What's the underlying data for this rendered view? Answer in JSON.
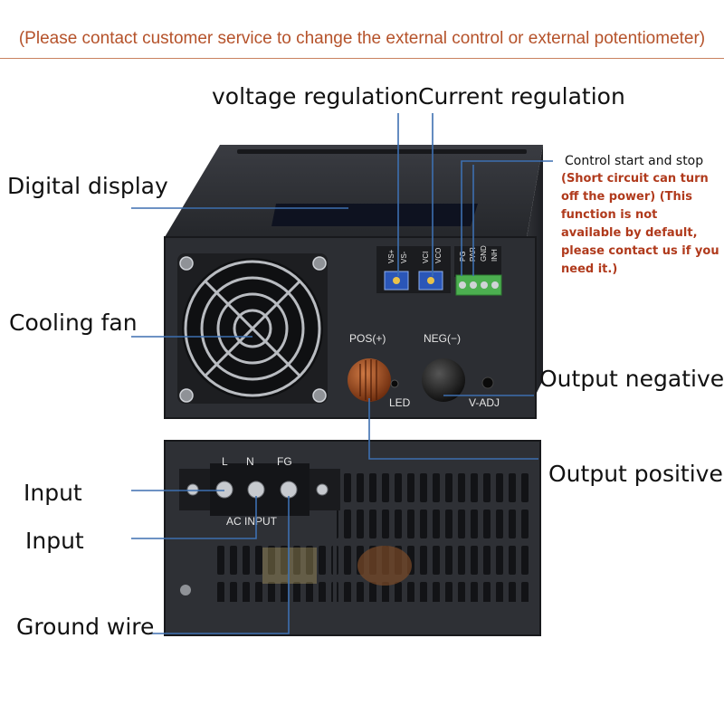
{
  "notice": "(Please contact customer service to change the external control or external potentiometer)",
  "labels": {
    "voltage_regulation": "voltage regulation",
    "current_regulation": "Current regulation",
    "digital_display": "Digital display",
    "cooling_fan": "Cooling fan",
    "output_negative": "Output negative",
    "output_positive": "Output positive",
    "input_1": "Input",
    "input_2": "Input",
    "ground_wire": "Ground wire"
  },
  "control": {
    "title": "Control start and stop",
    "note": "(Short circuit can turn off the power) (This function is not available by default, please contact us if you need it.)"
  },
  "panel_front": {
    "trimpot_labels": [
      "VS+",
      "VS-",
      "VCI",
      "VCO"
    ],
    "terminal_labels": [
      "PG",
      "PAR",
      "GND",
      "INH"
    ],
    "pos_label": "POS(+)",
    "neg_label": "NEG(−)",
    "led_label": "LED",
    "adj_label": "V-ADJ"
  },
  "panel_back": {
    "terminal_labels": [
      "L",
      "N",
      "FG"
    ],
    "ac_input_label": "AC INPUT"
  },
  "colors": {
    "notice": "#b5522a",
    "leader_line": "#3d6fb0",
    "note_text": "#b03a1c",
    "chassis": "#2b2d31",
    "trimpot": "#2a56b8",
    "terminal_block": "#4caf50",
    "pos_knob": "#a04a1c"
  }
}
